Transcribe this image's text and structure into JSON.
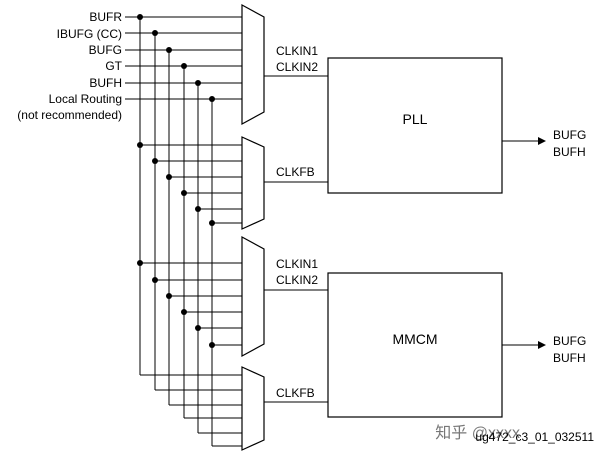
{
  "sources": [
    {
      "label": "BUFR"
    },
    {
      "label": "IBUFG (CC)"
    },
    {
      "label": "BUFG"
    },
    {
      "label": "GT"
    },
    {
      "label": "BUFH"
    },
    {
      "label": "Local Routing"
    }
  ],
  "sources_note": "(not recommended)",
  "pll": {
    "name": "PLL",
    "inputs": [
      "CLKIN1",
      "CLKIN2"
    ],
    "feedback": "CLKFB",
    "outputs": [
      "BUFG",
      "BUFH"
    ]
  },
  "mmcm": {
    "name": "MMCM",
    "inputs": [
      "CLKIN1",
      "CLKIN2"
    ],
    "feedback": "CLKFB",
    "outputs": [
      "BUFG",
      "BUFH"
    ]
  },
  "figure_id": "ug472_c3_01_032511",
  "watermark": "知乎 @xxxx"
}
